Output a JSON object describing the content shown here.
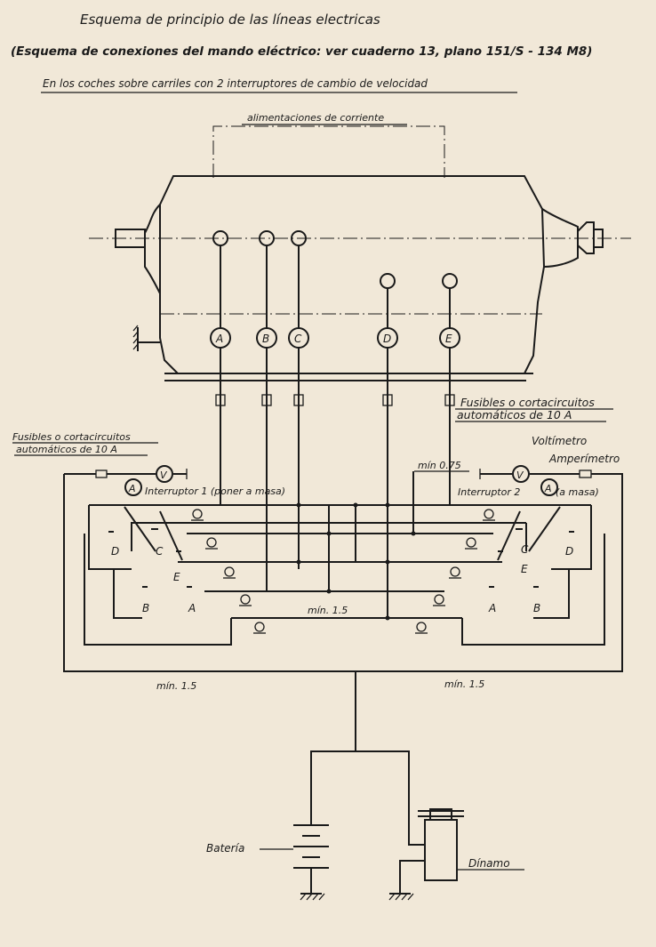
{
  "title": "Esquema de principio de las líneas electricas",
  "subtitle": "(Esquema de conexiones del mando eléctrico: ver cuaderno 13, plano 151/S - 134 M8)",
  "note": "En los coches sobre carriles con 2 interruptores de cambio de velocidad",
  "labels": {
    "supply": "alimentaciones de corriente",
    "fuses_right_1": "Fusibles o cortacircuitos",
    "fuses_right_2": "automáticos de 10 A",
    "fuses_left_1": "Fusibles o cortacircuitos",
    "fuses_left_2": "automáticos de 10 A",
    "voltmeter": "Voltímetro",
    "ammeter": "Amperímetro",
    "min_075": "mín 0.75",
    "switch1": "Interruptor 1 (poner a masa)",
    "switch2": "Interruptor 2",
    "amasa": "(a masa)",
    "min15_center": "mín. 1.5",
    "min15_left": "mín. 1.5",
    "min15_right": "mín. 1.5",
    "battery": "Batería",
    "dynamo": "Dínamo"
  },
  "motor_terminals": [
    "A",
    "B",
    "C",
    "D",
    "E"
  ],
  "switch_left_letters": [
    "D",
    "C",
    "E",
    "B",
    "A"
  ],
  "switch_right_letters": [
    "C",
    "D",
    "E",
    "A",
    "B"
  ],
  "meter_symbols": [
    "A",
    "V"
  ]
}
